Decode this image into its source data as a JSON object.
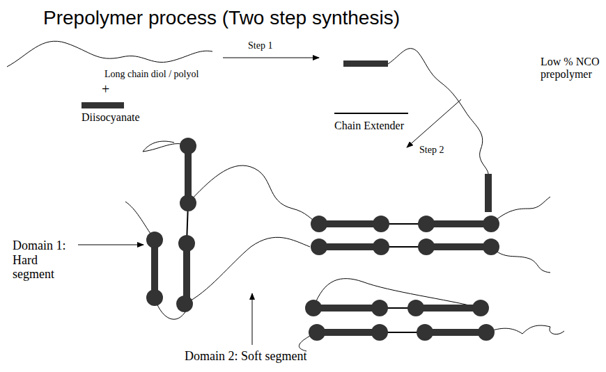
{
  "diagram": {
    "title": "Prepolymer process (Two step synthesis)",
    "labels": [
      "Step 1",
      "Long chain diol / polyol",
      "+",
      "Diisocyanate",
      "Low % NCO prepolymer",
      "Chain Extender",
      "Step 2",
      "Domain 1: Hard segment",
      "Domain 2: Soft segment"
    ]
  }
}
